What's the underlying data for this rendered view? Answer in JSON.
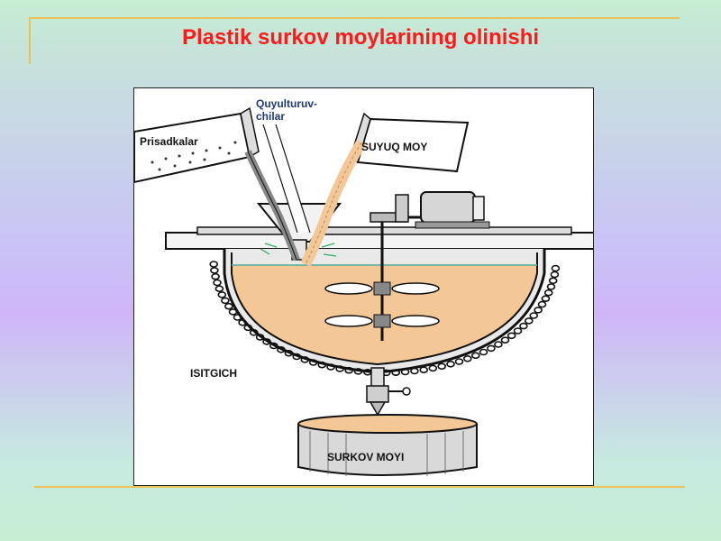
{
  "title": "Plastik surkov moylarining olinishi",
  "labels": {
    "prisadkalar": "Prisadkalar",
    "quyulturuvchilar_line1": "Quyulturuv-",
    "quyulturuvchilar_line2": "chilar",
    "suyuq_moy": "SUYUQ MOY",
    "isitgich": "ISITGICH",
    "surkov_moyi": "SURKOV MOYI"
  },
  "colors": {
    "title": "#ff1a1a",
    "oil": "#f3c896",
    "accent_line": "#e8c458",
    "label_blue": "#1f3a78"
  }
}
